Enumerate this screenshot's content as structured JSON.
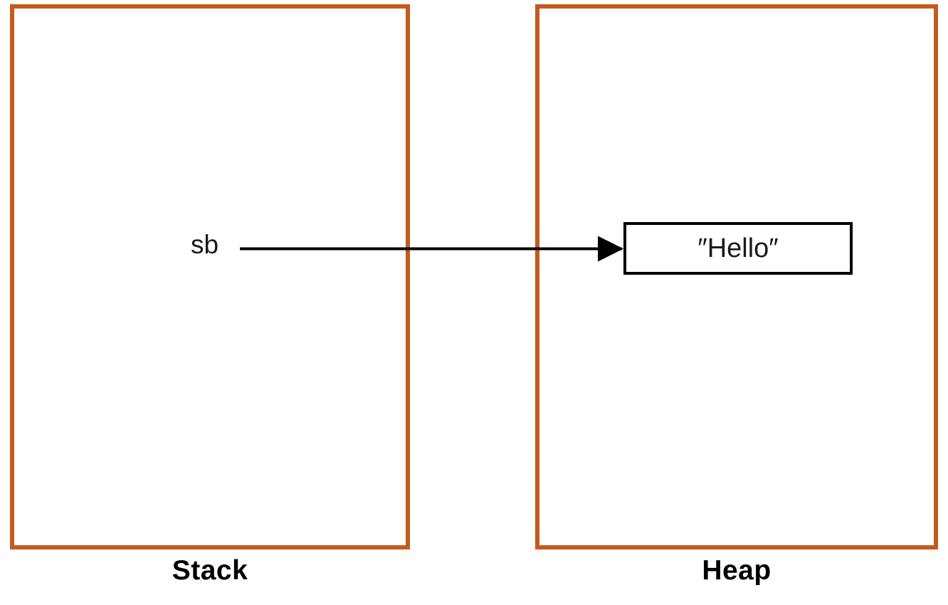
{
  "diagram": {
    "title": "Stack and Heap memory reference diagram",
    "background_color": "#FFFFFF",
    "region_border_color": "#C55A1C",
    "object_border_color": "#000000",
    "arrow_color": "#000000",
    "text_color": "#1A1A1A"
  },
  "regions": [
    {
      "id": "stack",
      "caption": "Stack",
      "variables": [
        {
          "name": "sb",
          "label": "sb",
          "points_to": "heap-object-hello"
        }
      ]
    },
    {
      "id": "heap",
      "caption": "Heap",
      "objects": [
        {
          "id": "heap-object-hello",
          "value": "″Hello″"
        }
      ]
    }
  ],
  "arrow": {
    "label": "",
    "from": "sb",
    "to": "heap-object-hello",
    "style": "solid-line-with-filled-arrowhead"
  }
}
